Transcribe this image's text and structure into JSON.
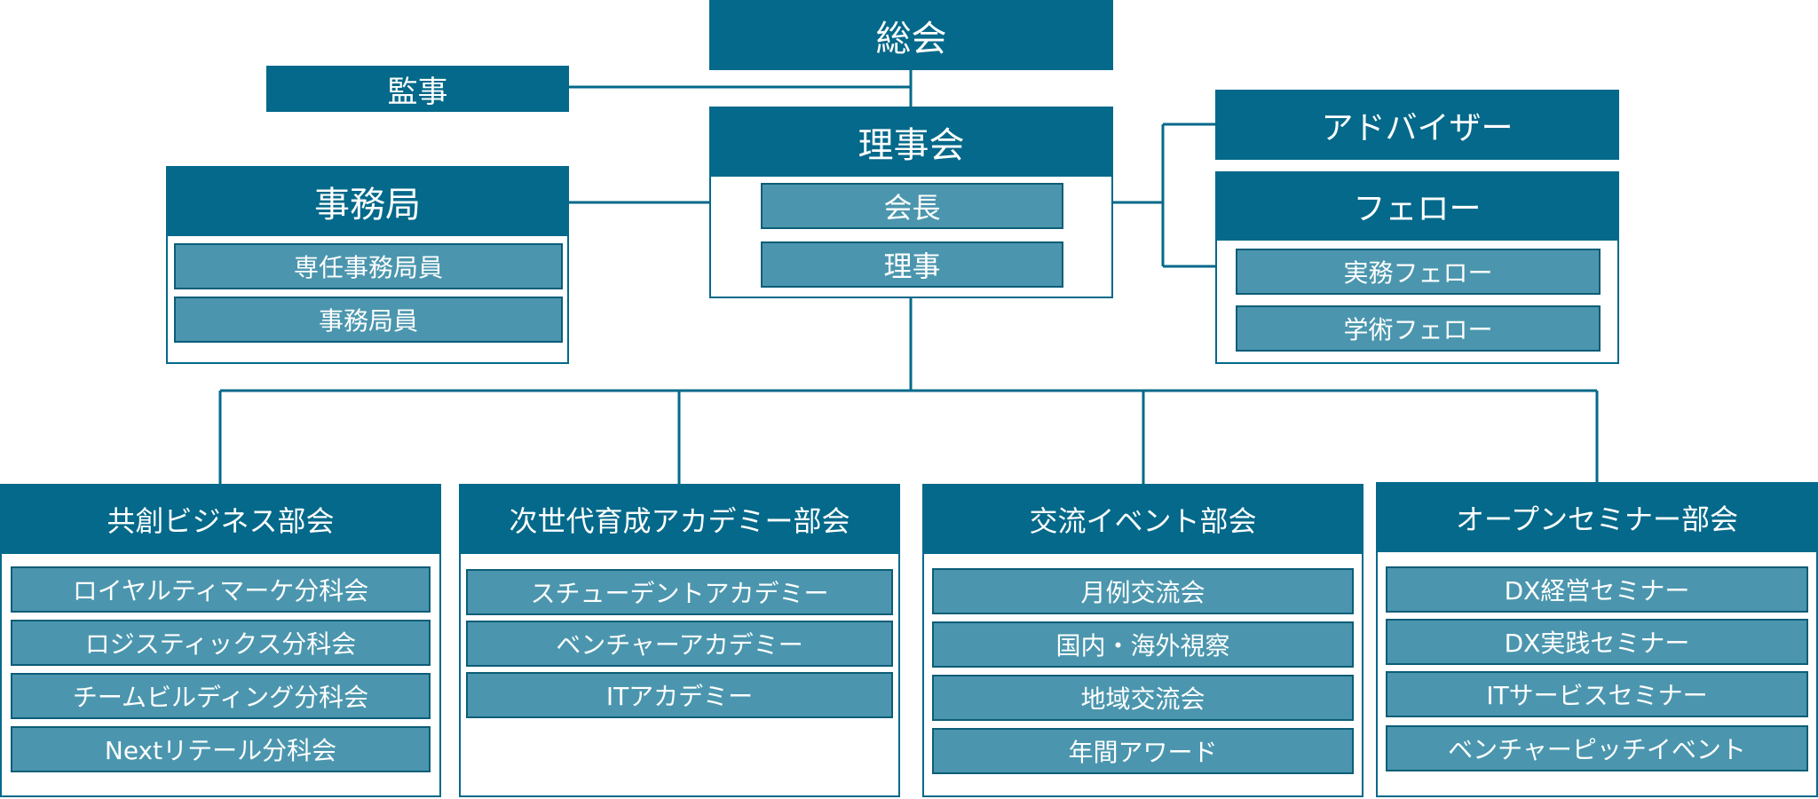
{
  "general_assembly": {
    "label": "総会"
  },
  "auditor": {
    "label": "監事"
  },
  "board": {
    "title": "理事会",
    "members": [
      "会長",
      "理事"
    ]
  },
  "secretariat": {
    "title": "事務局",
    "members": [
      "専任事務局員",
      "事務局員"
    ]
  },
  "advisor": {
    "label": "アドバイザー"
  },
  "fellows": {
    "title": "フェロー",
    "members": [
      "実務フェロー",
      "学術フェロー"
    ]
  },
  "divisions": [
    {
      "title": "共創ビジネス部会",
      "items": [
        "ロイヤルティマーケ分科会",
        "ロジスティックス分科会",
        "チームビルディング分科会",
        "Nextリテール分科会"
      ]
    },
    {
      "title": "次世代育成アカデミー部会",
      "items": [
        "スチューデントアカデミー",
        "ベンチャーアカデミー",
        "ITアカデミー"
      ]
    },
    {
      "title": "交流イベント部会",
      "items": [
        "月例交流会",
        "国内・海外視察",
        "地域交流会",
        "年間アワード"
      ]
    },
    {
      "title": "オープンセミナー部会",
      "items": [
        "DX経営セミナー",
        "DX実践セミナー",
        "ITサービスセミナー",
        "ベンチャーピッチイベント"
      ]
    }
  ],
  "colors": {
    "header": "#04698a",
    "sub_box": "#4b96ae",
    "sub_border": "#0b5d78",
    "line": "#04698a"
  }
}
